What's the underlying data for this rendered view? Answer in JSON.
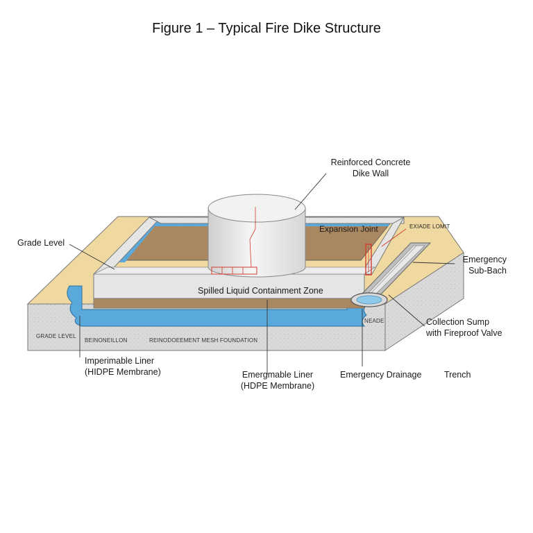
{
  "title": "Figure 1 – Typical Fire Dike Structure",
  "labels": {
    "reinforced_wall": [
      "Reinforced Concrete",
      "Dike Wall"
    ],
    "expansion_joint": "Expansion Joint",
    "exiade_lomit": "EXIADE LOMIT",
    "grade_level": "Grade Level",
    "emergency_sub": [
      "Emergency",
      "Sub-Bach"
    ],
    "spilled_zone": "Spilled Liquid Containment Zone",
    "collection_sump": [
      "Collection Sump",
      "with Fireproof Valve"
    ],
    "neade": "NEADE",
    "grade_level_small": "GRADE LEVEL",
    "beinone": "BEINONEILLON",
    "reinod_mesh": "REINODOEEMENT MESH FOUNDATION",
    "imperimable_liner": [
      "Imperimable Liner",
      "(HIDPE Membrane)"
    ],
    "emergmable_liner": [
      "Emergmable Liner",
      "(HDPE Membrane)"
    ],
    "emergency_drainage": "Emergency Drainage",
    "trench": "Trench"
  },
  "colors": {
    "concrete": "#e2e2e2",
    "concrete_dark": "#c9c9c9",
    "soil": "#efd9a0",
    "liner_blue": "#5aa9dc",
    "containment_brown": "#a98760",
    "tank": "#ededed",
    "accent_red": "#d23b2e"
  }
}
